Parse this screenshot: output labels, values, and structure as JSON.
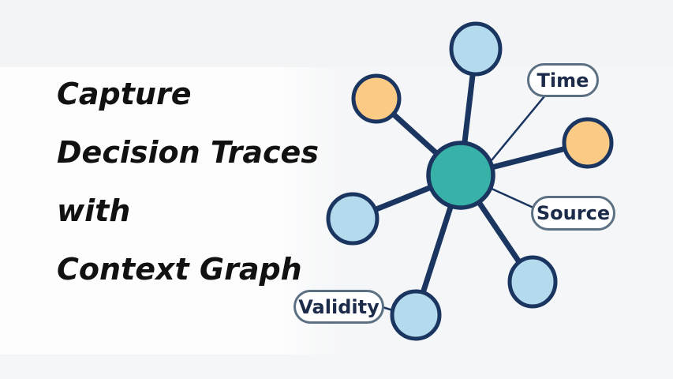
{
  "theme": {
    "bg": "#f5f6f7",
    "band": "#f3f4f5",
    "panel": "#fdfdfe",
    "title_text": "#111111",
    "edge_navy": "#1a3560",
    "hub_teal": "#38b2a8",
    "node_blue": "#b4daee",
    "node_orange": "#fbca84",
    "pill_border": "#5c7083",
    "pill_text": "#1b2b49"
  },
  "title": {
    "lines": [
      "Capture",
      "Decision Traces",
      "with",
      "Context Graph"
    ]
  },
  "graph": {
    "labels": {
      "time": "Time",
      "source": "Source",
      "validity": "Validity"
    },
    "nodes": [
      {
        "id": "hub",
        "role": "center",
        "color": "teal"
      },
      {
        "id": "top",
        "role": "satellite",
        "color": "blue"
      },
      {
        "id": "upper-left",
        "role": "satellite",
        "color": "orange"
      },
      {
        "id": "right",
        "role": "satellite",
        "color": "orange"
      },
      {
        "id": "left",
        "role": "satellite",
        "color": "blue"
      },
      {
        "id": "bottom-center",
        "role": "satellite",
        "color": "blue"
      },
      {
        "id": "bottom-right",
        "role": "satellite",
        "color": "blue"
      }
    ]
  }
}
